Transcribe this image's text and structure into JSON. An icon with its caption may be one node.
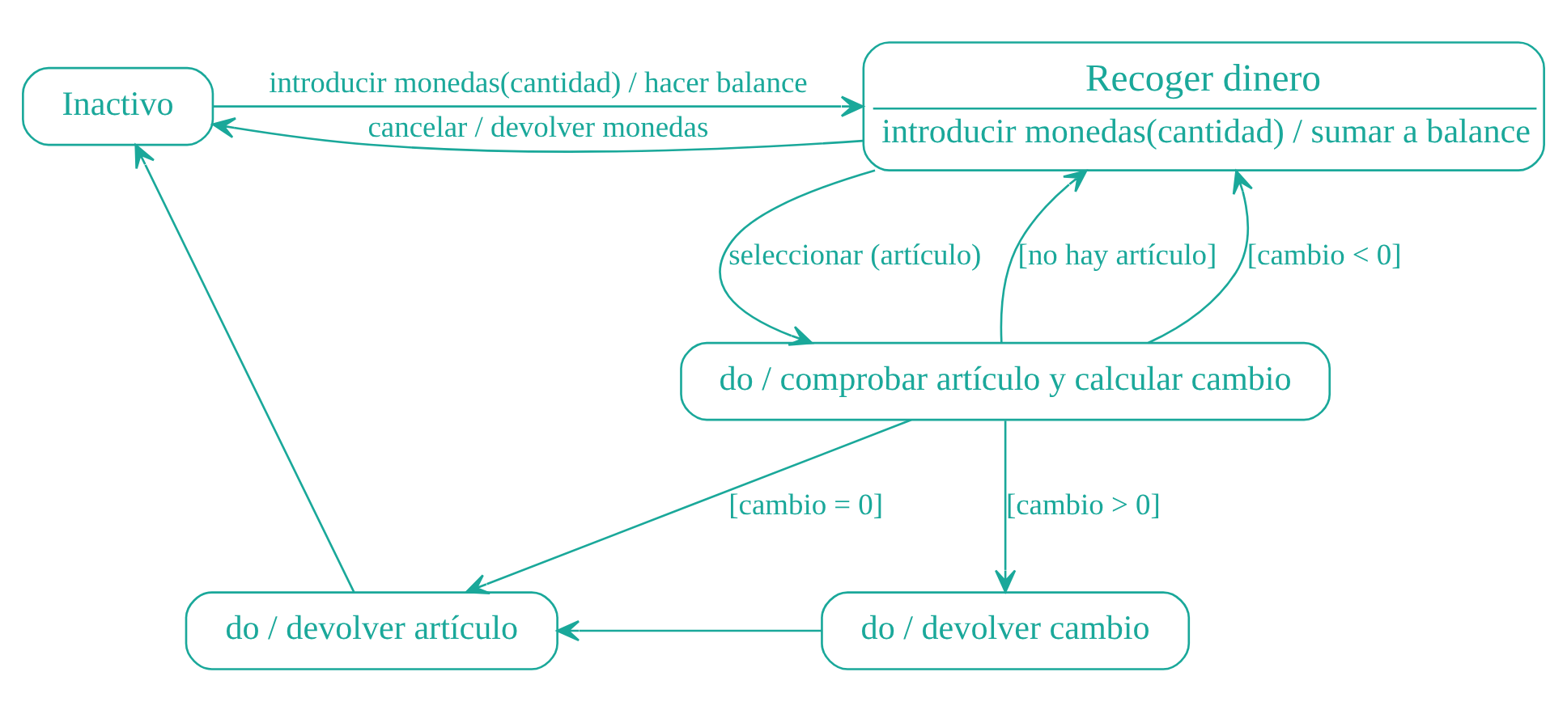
{
  "diagram": {
    "nodes": [
      {
        "text": [
          "Inactivo"
        ]
      },
      {
        "text": [
          "Recoger dinero",
          "introducir monedas(cantidad) / sumar a balance"
        ]
      },
      {
        "text": [
          "do / comprobar artículo y calcular cambio"
        ]
      },
      {
        "text": [
          "do / devolver artículo"
        ]
      },
      {
        "text": [
          "do / devolver cambio"
        ]
      }
    ],
    "edges": [
      {
        "from": 0,
        "to": 1,
        "arrow": "to",
        "label": "introducir monedas(cantidad) / hacer balance"
      },
      {
        "from": 1,
        "to": 0,
        "arrow": "to",
        "label": "cancelar / devolver monedas"
      },
      {
        "from": 2,
        "to": 1,
        "arrow": "to",
        "label": "[no hay artículo]"
      },
      {
        "from": 1,
        "to": 2,
        "arrow": "to",
        "label": "seleccionar (artículo)"
      },
      {
        "from": 2,
        "to": 1,
        "arrow": "to",
        "label": "[cambio < 0]"
      },
      {
        "from": 2,
        "to": 3,
        "arrow": "to",
        "label": "[cambio = 0]"
      },
      {
        "from": 2,
        "to": 4,
        "arrow": "to",
        "label": "[cambio > 0]"
      },
      {
        "from": 4,
        "to": 3,
        "arrow": "to"
      },
      {
        "from": 3,
        "to": 0,
        "arrow": "to"
      }
    ]
  }
}
